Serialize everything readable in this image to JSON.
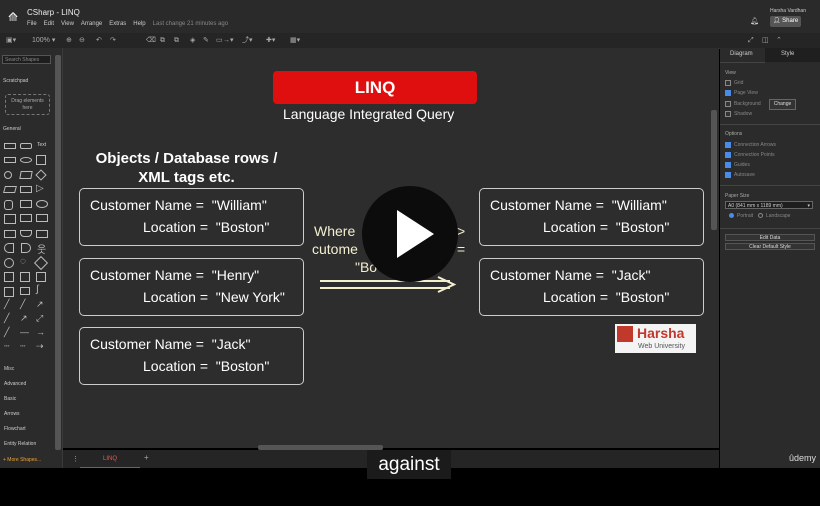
{
  "app": {
    "title": "CSharp - LINQ",
    "menu": [
      "File",
      "Edit",
      "View",
      "Arrange",
      "Extras",
      "Help"
    ],
    "last_change": "Last change 21 minutes ago",
    "user": "Harsha Vardhan",
    "share_label": "Share"
  },
  "toolbar": {
    "zoom": "100%"
  },
  "left_panel": {
    "search_placeholder": "Search Shapes",
    "scratchpad_label": "Scratchpad",
    "drag_hint_line1": "Drag elements",
    "drag_hint_line2": "here",
    "general_label": "General",
    "text_shape_label": "Text",
    "categories": [
      "Misc",
      "Advanced",
      "Basic",
      "Arrows",
      "Flowchart",
      "Entity Relation"
    ],
    "more_shapes": "+ More Shapes..."
  },
  "right_panel": {
    "tabs": [
      "Diagram",
      "Style"
    ],
    "view_label": "View",
    "view_options": [
      {
        "label": "Grid",
        "checked": false
      },
      {
        "label": "Page View",
        "checked": true
      },
      {
        "label": "Background",
        "checked": false
      },
      {
        "label": "Shadow",
        "checked": false
      }
    ],
    "change_button": "Change",
    "options_label": "Options",
    "options": [
      {
        "label": "Connection Arrows",
        "checked": true
      },
      {
        "label": "Connection Points",
        "checked": true
      },
      {
        "label": "Guides",
        "checked": true
      },
      {
        "label": "Autosave",
        "checked": true
      }
    ],
    "paper_size_label": "Paper Size",
    "paper_size_value": "A0 (841 mm x 1189 mm)",
    "portrait_label": "Portrait",
    "landscape_label": "Landscape",
    "edit_data_button": "Edit Data",
    "clear_style_button": "Clear Default Style"
  },
  "diagram": {
    "title": "LINQ",
    "subtitle": "Language Integrated Query",
    "objects_label_line1": "Objects / Database rows /",
    "objects_label_line2": "XML tags etc.",
    "source_rows": [
      {
        "name_label": "Customer Name =",
        "name": "\"William\"",
        "location_label": "Location =",
        "location": "\"Boston\""
      },
      {
        "name_label": "Customer Name =",
        "name": "\"Henry\"",
        "location_label": "Location =",
        "location": "\"New York\""
      },
      {
        "name_label": "Customer Name =",
        "name": "\"Jack\"",
        "location_label": "Location =",
        "location": "\"Boston\""
      }
    ],
    "result_rows": [
      {
        "name_label": "Customer Name =",
        "name": "\"William\"",
        "location_label": "Location =",
        "location": "\"Boston\""
      },
      {
        "name_label": "Customer Name =",
        "name": "\"Jack\"",
        "location_label": "Location =",
        "location": "\"Boston\""
      }
    ],
    "where_line1": "Where",
    "where_line1_end": ">",
    "where_line2": "cutome",
    "where_line2_end": "=",
    "where_line3": "\"Bo"
  },
  "bottom": {
    "page_tab": "LINQ",
    "add_page": "+"
  },
  "video": {
    "caption": "against",
    "brand": "ûdemy"
  },
  "watermark": {
    "name": "Harsha",
    "sub": "Web University"
  }
}
